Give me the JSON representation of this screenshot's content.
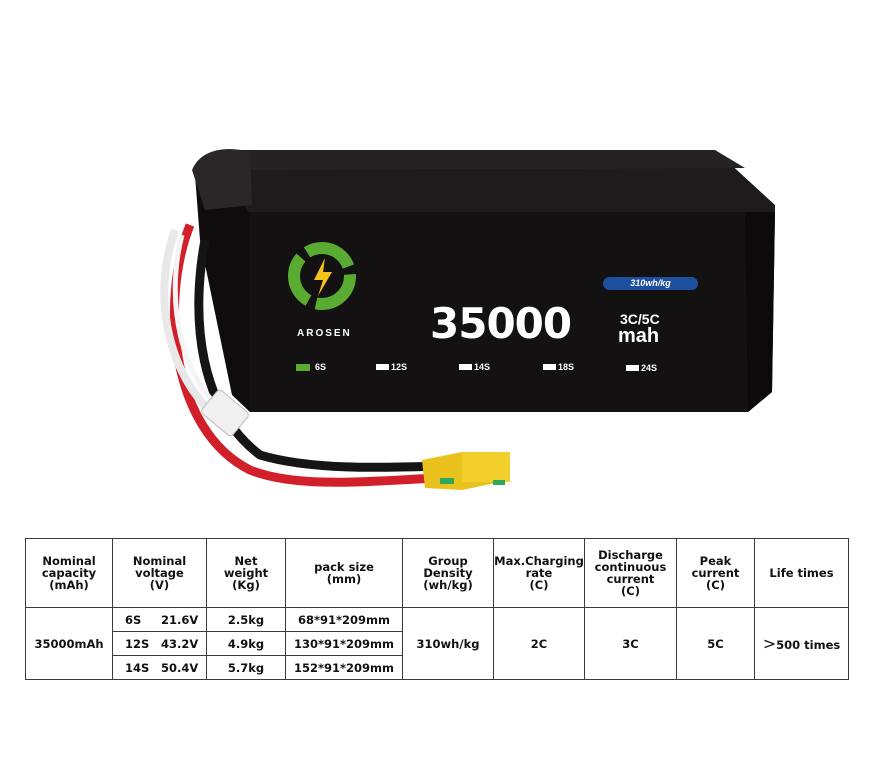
{
  "product": {
    "brand": "AROSEN",
    "capacity_number": "35000",
    "rate_label": "3C/5C",
    "unit_label": "mah",
    "density_badge": "310wh/kg",
    "cell_options": [
      {
        "label": "6S",
        "selected": true
      },
      {
        "label": "12S",
        "selected": false
      },
      {
        "label": "14S",
        "selected": false
      },
      {
        "label": "18S",
        "selected": false
      },
      {
        "label": "24S",
        "selected": false
      }
    ],
    "colors": {
      "body": "#141112",
      "accent_green": "#5aab32",
      "badge_blue": "#1d4f9e",
      "bolt_yellow": "#f5c21b",
      "connector_yellow": "#e9c21e",
      "wire_red": "#d2202a"
    }
  },
  "table": {
    "headers": [
      {
        "lines": [
          "Nominal",
          "capacity",
          "(mAh)"
        ]
      },
      {
        "lines": [
          "Nominal",
          "voltage",
          "(V)"
        ]
      },
      {
        "lines": [
          "Net",
          "weight",
          "(Kg)"
        ]
      },
      {
        "lines": [
          "pack size",
          "(mm)"
        ]
      },
      {
        "lines": [
          "Group",
          "Density",
          "(wh/kg)"
        ]
      },
      {
        "lines": [
          "Max.Charging",
          "rate",
          "(C)"
        ]
      },
      {
        "lines": [
          "Discharge",
          "continuous",
          "current",
          "(C)"
        ]
      },
      {
        "lines": [
          "Peak",
          "current",
          "(C)"
        ]
      },
      {
        "lines": [
          "Life times"
        ]
      }
    ],
    "capacity": "35000mAh",
    "rows": [
      {
        "series": "6S",
        "voltage": "21.6V",
        "weight": "2.5kg",
        "size": "68*91*209mm"
      },
      {
        "series": "12S",
        "voltage": "43.2V",
        "weight": "4.9kg",
        "size": "130*91*209mm"
      },
      {
        "series": "14S",
        "voltage": "50.4V",
        "weight": "5.7kg",
        "size": "152*91*209mm"
      }
    ],
    "density": "310wh/kg",
    "max_charging_rate": "2C",
    "discharge_current": "3C",
    "peak_current": "5C",
    "life_prefix": ">",
    "life_value": "500 times"
  }
}
